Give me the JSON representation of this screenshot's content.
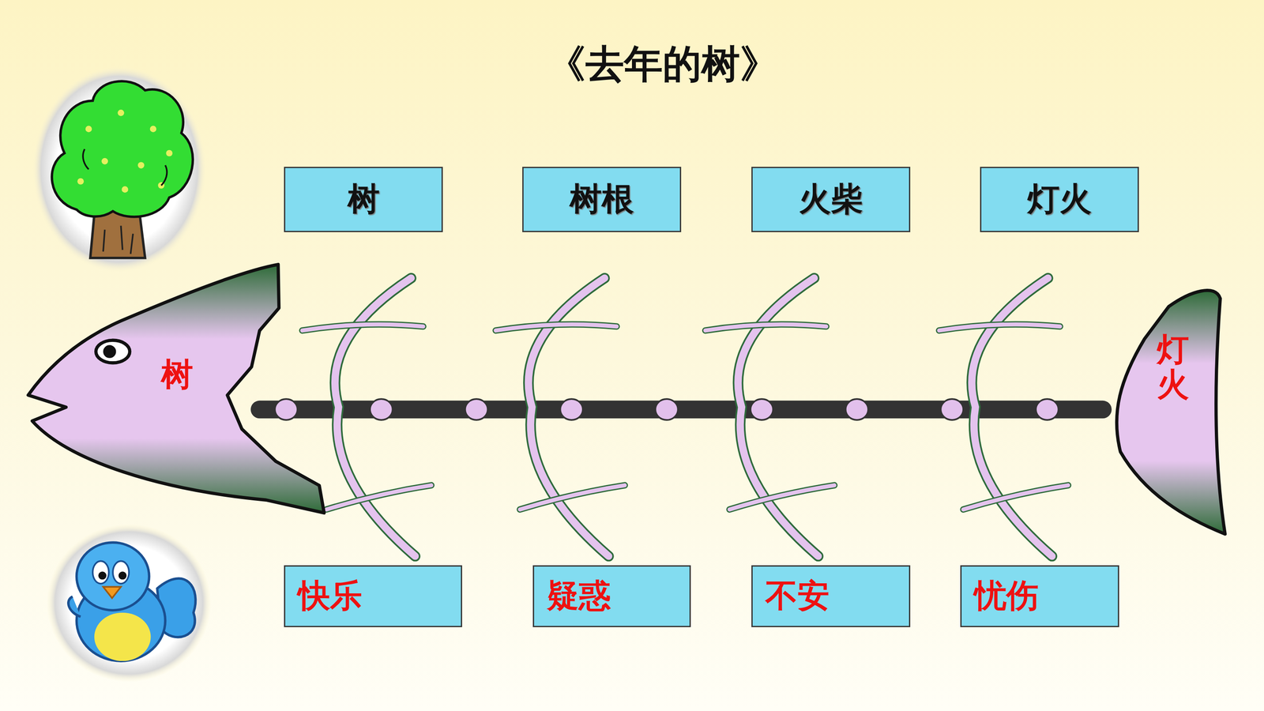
{
  "diagram": {
    "title": "《去年的树》",
    "nodes": [
      {
        "text": [
          "树"
        ]
      },
      {
        "text": [
          "树根"
        ]
      },
      {
        "text": [
          "火柴"
        ]
      },
      {
        "text": [
          "灯火"
        ]
      },
      {
        "text": [
          "树"
        ]
      },
      {
        "text": [
          "灯火"
        ]
      },
      {
        "text": [
          "快乐"
        ]
      },
      {
        "text": [
          "疑惑"
        ]
      },
      {
        "text": [
          "不安"
        ]
      },
      {
        "text": [
          "忧伤"
        ]
      }
    ]
  }
}
